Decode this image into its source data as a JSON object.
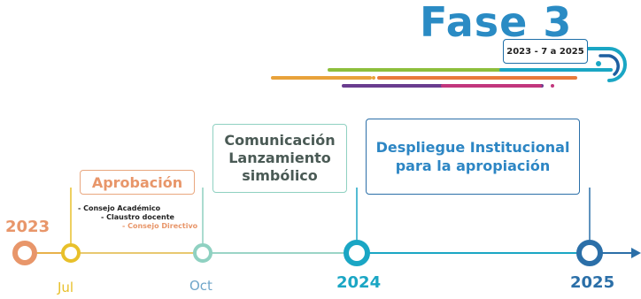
{
  "header": {
    "title": "Fase 3",
    "range_badge": "2023 - 7 a 2025"
  },
  "milestones": {
    "aprobacion": {
      "label": "Aprobación",
      "notes": [
        "- Consejo Académico",
        "- Claustro docente",
        "- Consejo Directivo"
      ]
    },
    "comunicacion": {
      "line1": "Comunicación",
      "line2": "Lanzamiento",
      "line3": "simbólico"
    },
    "despliegue": {
      "line1": "Despliegue Institucional",
      "line2": "para la apropiación"
    }
  },
  "axis": {
    "year_2023": "2023",
    "month_jul": "Jul",
    "month_oct": "Oct",
    "year_2024": "2024",
    "year_2025": "2025"
  },
  "colors": {
    "title_blue": "#2a8bc4",
    "orange": "#e8966a",
    "yellow": "#e8c02a",
    "mint": "#8fd1c1",
    "teal": "#1aa6c4",
    "navy": "#2b6fa8",
    "magenta": "#c2377d",
    "purple": "#6a3d8f",
    "green": "#8dbf3c"
  }
}
